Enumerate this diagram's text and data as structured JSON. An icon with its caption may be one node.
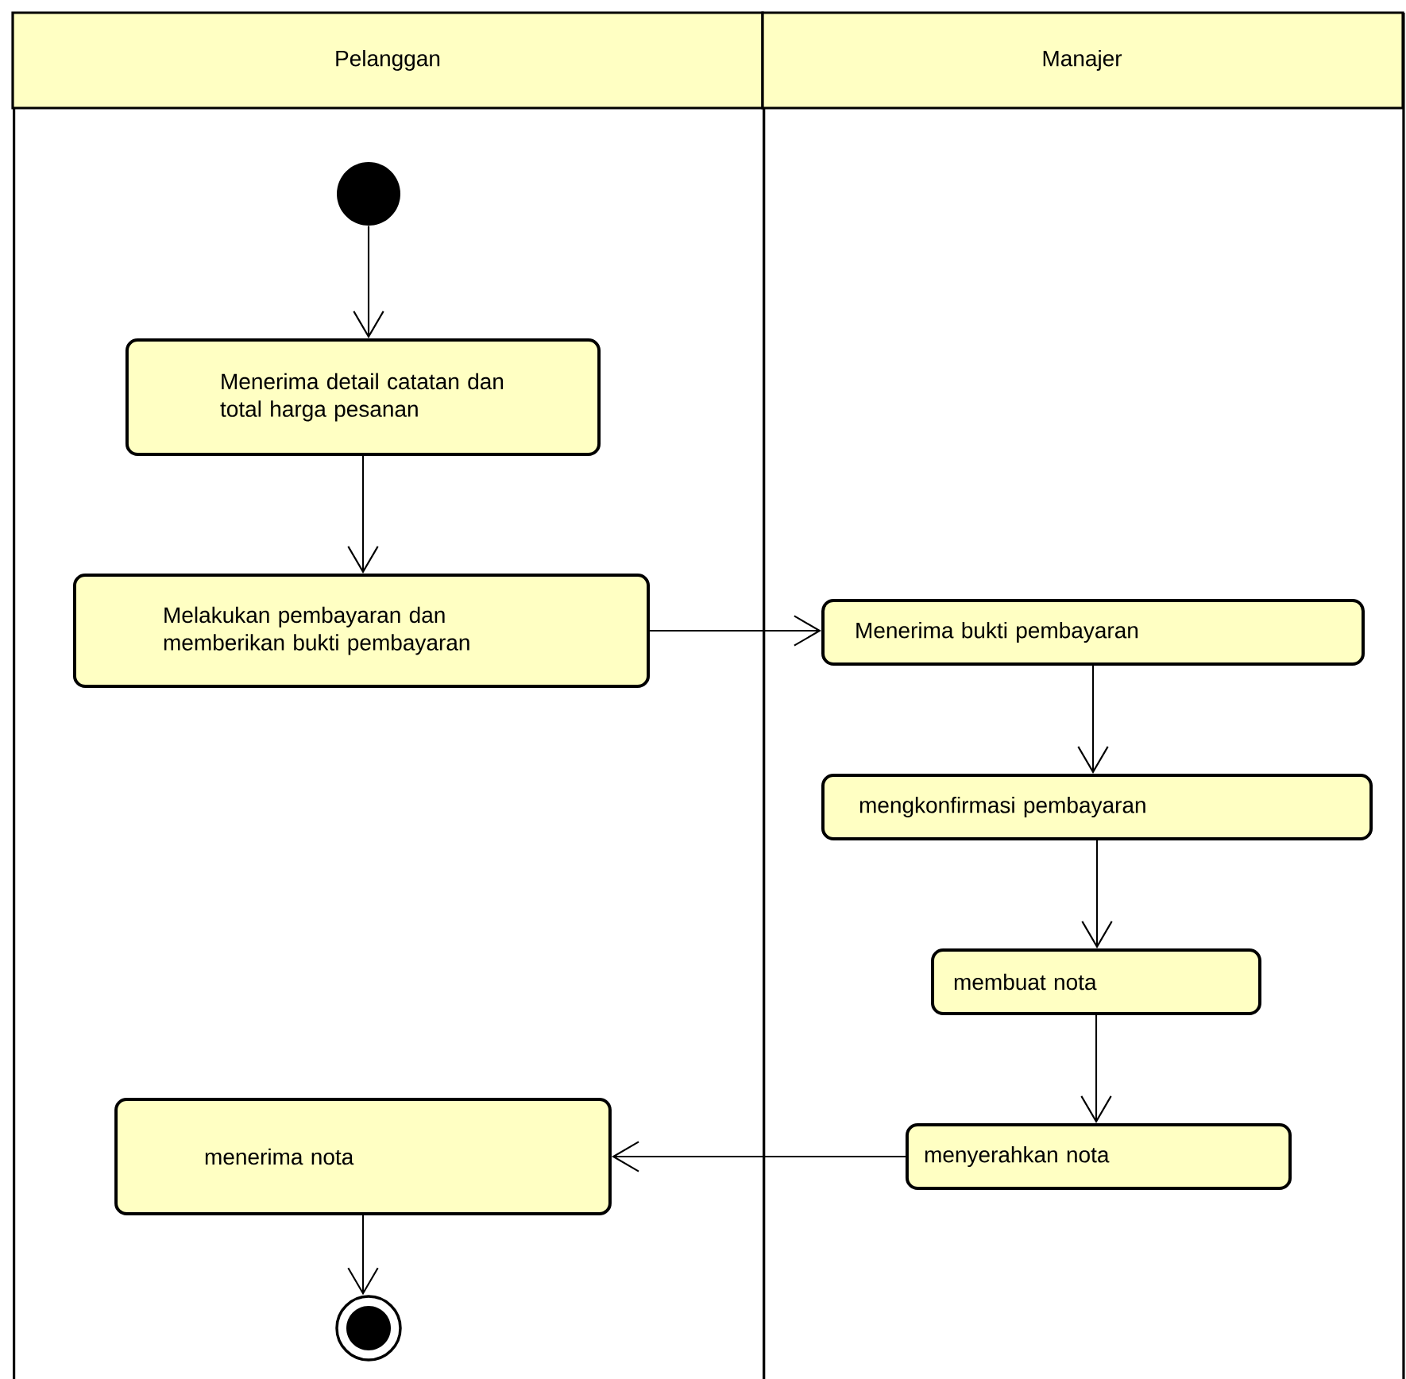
{
  "diagram": {
    "nodes": [
      {
        "text": [
          "Pelanggan"
        ]
      },
      {
        "text": [
          "Manajer"
        ]
      },
      {
        "text": [],
        "shape": "circle",
        "in": 0
      },
      {
        "text": [
          "Menerima detail catatan dan total harga pesanan"
        ],
        "in": 0
      },
      {
        "text": [
          "Melakukan pembayaran dan memberikan bukti pembayaran"
        ],
        "in": 0
      },
      {
        "text": [
          "Menerima bukti pembayaran"
        ],
        "in": 1
      },
      {
        "text": [
          "mengkonfirmasi pembayaran"
        ],
        "in": 1
      },
      {
        "text": [
          "membuat nota"
        ],
        "in": 1
      },
      {
        "text": [
          "menyerahkan nota"
        ],
        "in": 1
      },
      {
        "text": [
          "menerima nota"
        ],
        "in": 0
      },
      {
        "text": [],
        "shape": "bullseye",
        "in": 0
      }
    ],
    "edges": [
      {
        "from": 2,
        "to": 3,
        "arrow": "to"
      },
      {
        "from": 3,
        "to": 4,
        "arrow": "to"
      },
      {
        "from": 4,
        "to": 5,
        "arrow": "to"
      },
      {
        "from": 5,
        "to": 6,
        "arrow": "to"
      },
      {
        "from": 6,
        "to": 7,
        "arrow": "to"
      },
      {
        "from": 7,
        "to": 8,
        "arrow": "to"
      },
      {
        "from": 8,
        "to": 9,
        "arrow": "to"
      },
      {
        "from": 9,
        "to": 10,
        "arrow": "to"
      }
    ]
  }
}
